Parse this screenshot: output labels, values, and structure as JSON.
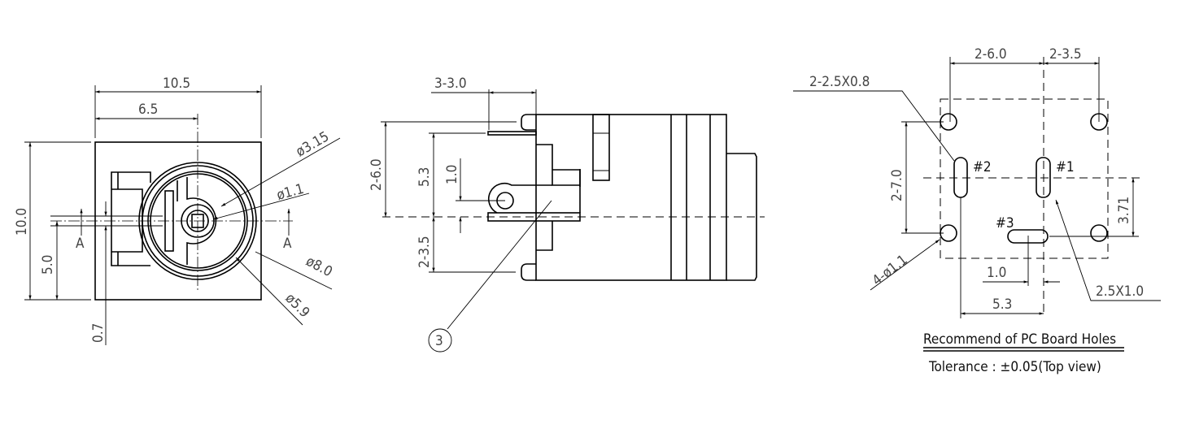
{
  "front_view": {
    "dim_width": "10.5",
    "dim_center_x": "6.5",
    "dim_height": "10.0",
    "dim_center_y": "5.0",
    "dim_offset": "0.7",
    "dia_3_15": "ø3.15",
    "dia_1_1": "ø1.1",
    "dia_8_0": "ø8.0",
    "dia_5_9": "ø5.9",
    "section_mark": "A"
  },
  "side_view": {
    "dim_pin_len": "3-3.0",
    "dim_2_6": "2-6.0",
    "dim_5_3": "5.3",
    "dim_1_0": "1.0",
    "dim_2_3_5": "2-3.5",
    "balloon": "3"
  },
  "pcb_view": {
    "dim_2_6": "2-6.0",
    "dim_2_3_5": "2-3.5",
    "slot_2": "2-2.5X0.8",
    "dim_2_7": "2-7.0",
    "dim_3_71": "3.71",
    "holes": "4-ø1.1",
    "pin1": "#1",
    "pin2": "#2",
    "pin3": "#3",
    "dim_1_0": "1.0",
    "dim_5_3": "5.3",
    "slot_1": "2.5X1.0",
    "title": "Recommend of PC Board Holes",
    "tolerance": "Tolerance : ±0.05(Top view)"
  }
}
